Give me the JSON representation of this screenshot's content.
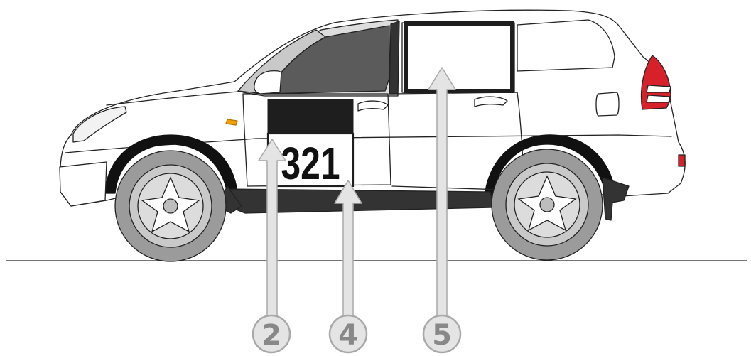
{
  "race_number": "321",
  "callouts": [
    {
      "label": "2",
      "target": "upper-number-panel"
    },
    {
      "label": "4",
      "target": "race-number-plate"
    },
    {
      "label": "5",
      "target": "rear-window-panel"
    }
  ],
  "colors": {
    "outline": "#222222",
    "body": "#ffffff",
    "glass": "#5b5b5b",
    "tyre": "#9b9b9b",
    "rim": "#c9c9c9",
    "trim": "#333333",
    "tail_light": "#d6202a",
    "indicator": "#f2a000",
    "callout_fill": "#e4e4e4",
    "callout_stroke": "#a9a9a9",
    "callout_text": "#888888"
  }
}
